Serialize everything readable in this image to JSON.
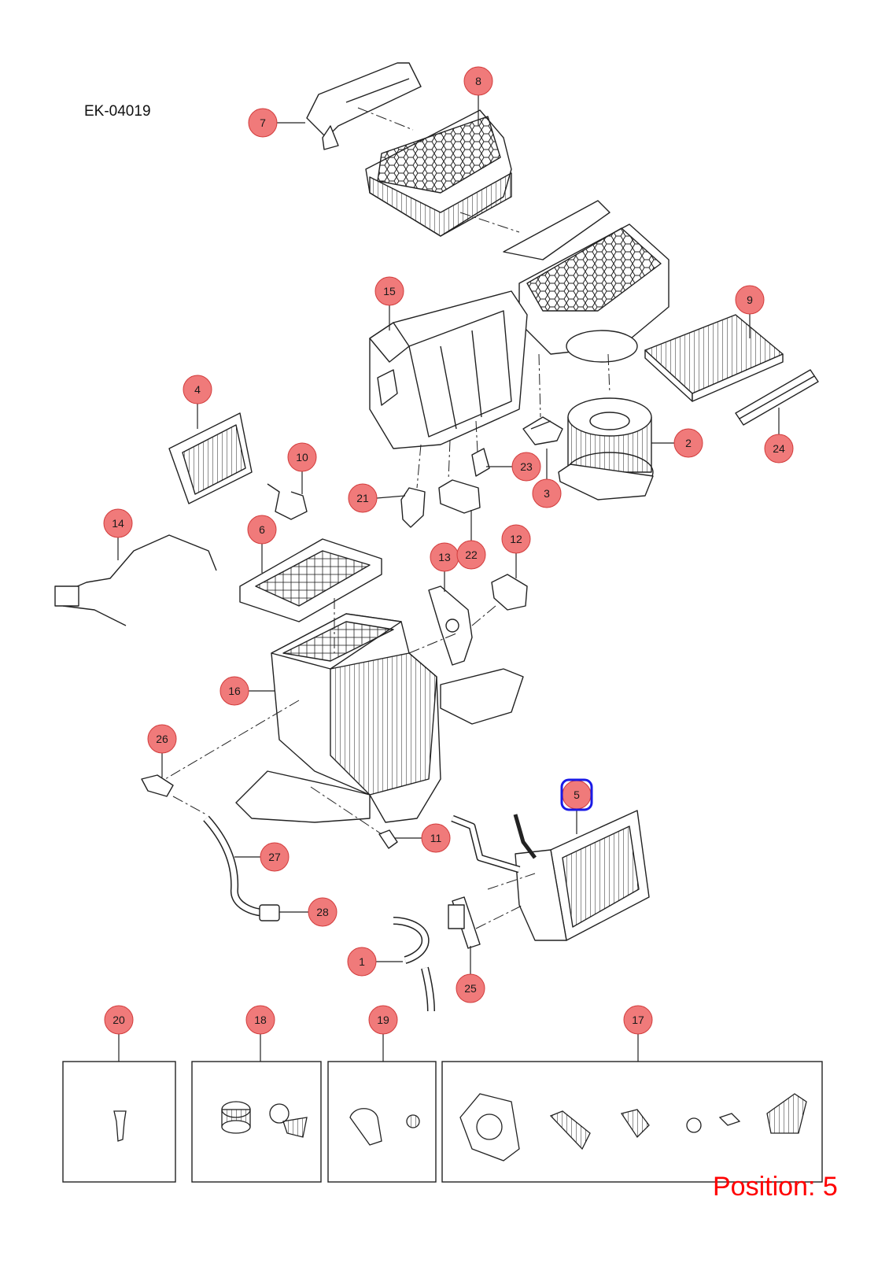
{
  "diagram": {
    "reference": "EK-04019",
    "position_label": "Position: 5",
    "selected_callout": "5",
    "colors": {
      "callout_fill": "#f07a7a",
      "callout_stroke": "#d23c3c",
      "selected_stroke": "#1a1ae6",
      "line": "#222222",
      "position_text": "#ff0000"
    },
    "callouts": [
      {
        "id": "1",
        "label": "1"
      },
      {
        "id": "2",
        "label": "2"
      },
      {
        "id": "3",
        "label": "3"
      },
      {
        "id": "4",
        "label": "4"
      },
      {
        "id": "5",
        "label": "5"
      },
      {
        "id": "6",
        "label": "6"
      },
      {
        "id": "7",
        "label": "7"
      },
      {
        "id": "8",
        "label": "8"
      },
      {
        "id": "9",
        "label": "9"
      },
      {
        "id": "10",
        "label": "10"
      },
      {
        "id": "11",
        "label": "11"
      },
      {
        "id": "12",
        "label": "12"
      },
      {
        "id": "13",
        "label": "13"
      },
      {
        "id": "14",
        "label": "14"
      },
      {
        "id": "15",
        "label": "15"
      },
      {
        "id": "16",
        "label": "16"
      },
      {
        "id": "17",
        "label": "17"
      },
      {
        "id": "18",
        "label": "18"
      },
      {
        "id": "19",
        "label": "19"
      },
      {
        "id": "20",
        "label": "20"
      },
      {
        "id": "21",
        "label": "21"
      },
      {
        "id": "22",
        "label": "22"
      },
      {
        "id": "23",
        "label": "23"
      },
      {
        "id": "24",
        "label": "24"
      },
      {
        "id": "25",
        "label": "25"
      },
      {
        "id": "26",
        "label": "26"
      },
      {
        "id": "27",
        "label": "27"
      },
      {
        "id": "28",
        "label": "28"
      }
    ]
  }
}
